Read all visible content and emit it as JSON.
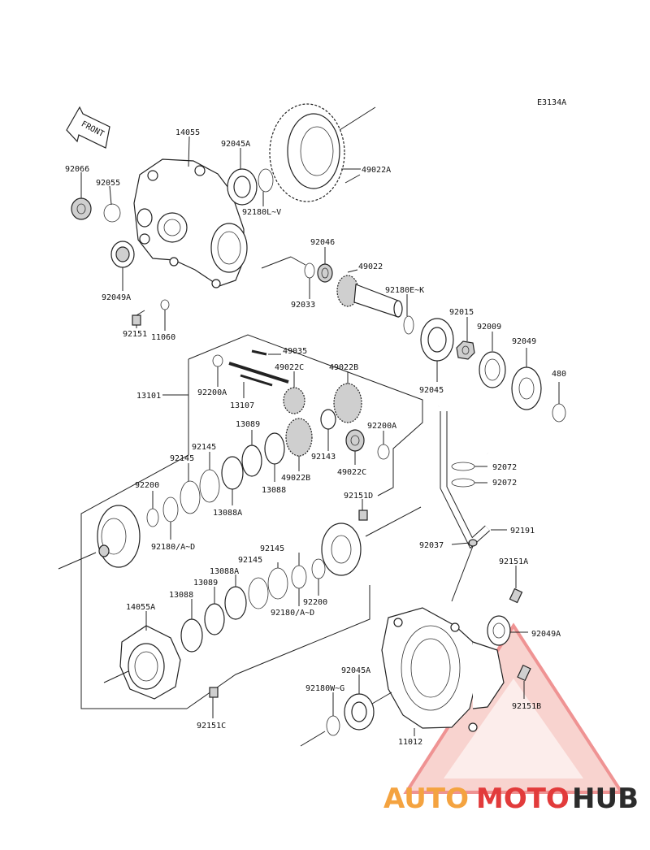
{
  "diagram_code": "E3134A",
  "front_label": "FRONT",
  "watermark": {
    "brand_part1": "AUTO",
    "brand_part2": "MOTO",
    "brand_part3": "HUB",
    "color_orange": "#f4a340",
    "color_red": "#e23b3b",
    "color_dark": "#2b2b2b"
  },
  "labels": {
    "l14055": "14055",
    "l92045A": "92045A",
    "l92066": "92066",
    "l92055": "92055",
    "l49022A": "49022A",
    "l92180LV": "92180L~V",
    "l92046": "92046",
    "l92049A_top": "92049A",
    "l49022": "49022",
    "l92033": "92033",
    "l92180EK": "92180E~K",
    "l92015": "92015",
    "l92009": "92009",
    "l92049": "92049",
    "l480": "480",
    "l92045": "92045",
    "l11060": "11060",
    "l92151": "92151",
    "l49035": "49035",
    "l13101": "13101",
    "l92200A_top": "92200A",
    "l49022C_top": "49022C",
    "l49022B_top": "49022B",
    "l13107": "13107",
    "l13089_top": "13089",
    "l92200A_mid": "92200A",
    "l92145_a": "92145",
    "l92145_b": "92145",
    "l92143": "92143",
    "l49022C_mid": "49022C",
    "l49022B_mid": "49022B",
    "l13088": "13088",
    "l92072_a": "92072",
    "l92072_b": "92072",
    "l92200_left": "92200",
    "l13088A_top": "13088A",
    "l92151D": "92151D",
    "l92180AD_top": "92180/A~D",
    "l92191": "92191",
    "l92037": "92037",
    "l92145_c": "92145",
    "l92145_d": "92145",
    "l13088A_low": "13088A",
    "l13089_low": "13089",
    "l13088_low": "13088",
    "l14055A": "14055A",
    "l92200_low": "92200",
    "l92180AD_low": "92180/A~D",
    "l92151A": "92151A",
    "l92049A_low": "92049A",
    "l92045A_low": "92045A",
    "l92180WG": "92180W~G",
    "l92151B": "92151B",
    "l92151C": "92151C",
    "l11012": "11012"
  }
}
